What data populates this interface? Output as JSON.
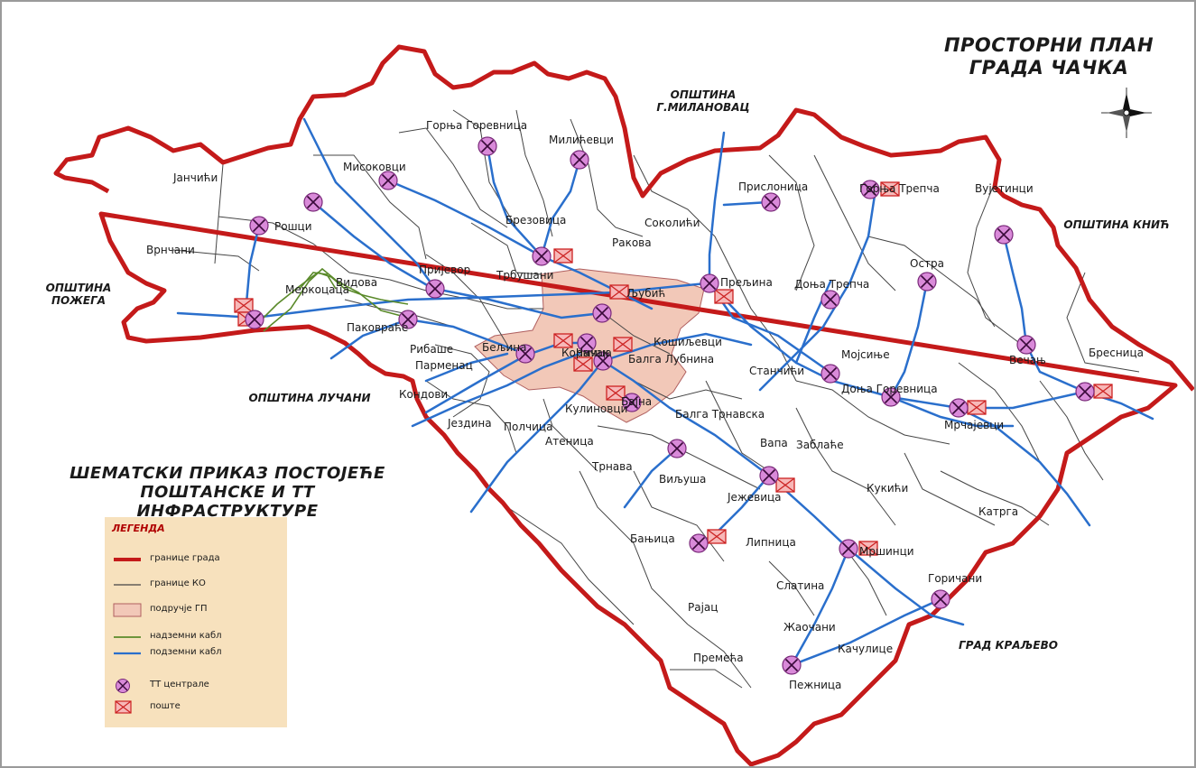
{
  "map": {
    "title_line1": "ПРОСТОРНИ ПЛАН",
    "title_line2": "ГРАДА ЧАЧКА",
    "subtitle_line1": "ШЕМАТСКИ ПРИКАЗ ПОСТОЈЕЋЕ",
    "subtitle_line2": "ПОШТАНСКЕ И ТТ ИНФРАСТРУКТУРЕ",
    "neighbours": {
      "milanovac_1": "ОПШТИНА",
      "milanovac_2": "Г.МИЛАНОВАЦ",
      "pozega_1": "ОПШТИНА",
      "pozega_2": "ПОЖЕГА",
      "lucani": "ОПШТИНА ЛУЧАНИ",
      "knic": "ОПШТИНА КНИЋ",
      "kraljevo": "ГРАД КРАЉЕВО"
    },
    "places": [
      "Горња Горевница",
      "Милићевци",
      "Јанчићи",
      "Мисоковци",
      "Брезовица",
      "Рошци",
      "Врнчани",
      "Прислоница",
      "Горња Трепча",
      "Вујетинци",
      "Ракова",
      "Соколићи",
      "Пријевор",
      "Видова",
      "Меркоцаца",
      "Трбушани",
      "Љубић",
      "Прељина",
      "Доња Трепча",
      "Остра",
      "Атеница",
      "Паковраће",
      "Рибаше",
      "Бељина",
      "Кормица",
      "Кошиљевци",
      "Балга Лубнина",
      "Станчићи",
      "Мојсиње",
      "Вечањ",
      "Бресница",
      "Пармeнац",
      "Кондови",
      "Доња Горевница",
      "Мрчајевци",
      "Јездина",
      "Полчица",
      "Кулиновци",
      "Бајна",
      "Балга Трнавска",
      "Вапа",
      "Заблаће",
      "Трнава",
      "Виљуша",
      "Јежевица",
      "Кукићи",
      "Катрга",
      "Бањица",
      "Липница",
      "Мршинци",
      "Слатина",
      "Горичани",
      "Рајац",
      "Жаочани",
      "Качулице",
      "Премећа",
      "Пежница",
      "Чачак"
    ],
    "legend": {
      "title": "ЛЕГЕНДА",
      "items": [
        "границе града",
        "границе КО",
        "подручје ГП",
        "надземни кабл",
        "подземни кабл",
        "ТТ централе",
        "поште"
      ]
    },
    "colors": {
      "city_border": "#c41a1a",
      "ko_border": "#444444",
      "urban_area": "#f2c8b8",
      "aerial_cable": "#5a8a2a",
      "underground_cable": "#2a6fcc",
      "tt_center_fill": "#d98ad9",
      "post_fill": "#f7b8b8",
      "post_stroke": "#cc2222",
      "legend_bg": "#f7e1bd"
    },
    "icons": [
      "compass-rose-icon",
      "tt-center-icon",
      "post-office-icon"
    ]
  }
}
